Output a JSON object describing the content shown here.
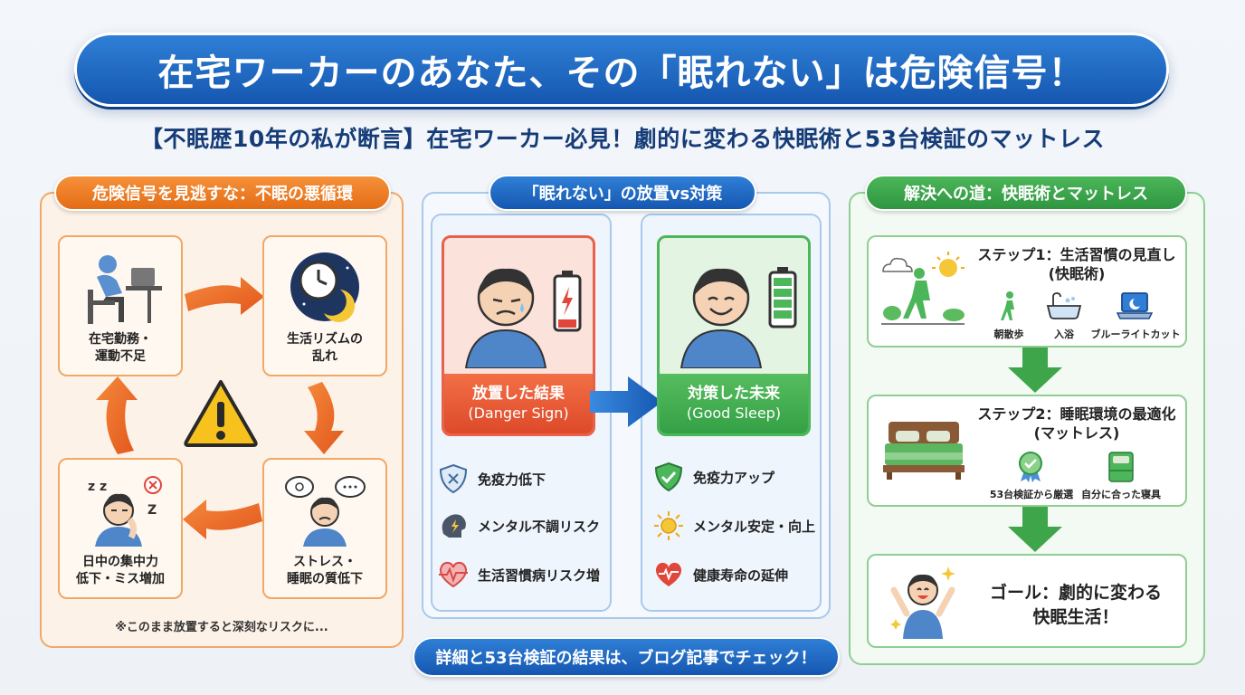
{
  "title": "在宅ワーカーのあなた、その「眠れない」は危険信号！",
  "subtitle": "【不眠歴10年の私が断言】在宅ワーカー必見！劇的に変わる快眠術と53台検証のマットレス",
  "left": {
    "header": "危険信号を見逃すな：不眠の悪循環",
    "boxes": [
      {
        "label": "在宅勤務・\n運動不足",
        "icon": "desk-worker-icon"
      },
      {
        "label": "生活リズムの\n乱れ",
        "icon": "clock-moon-icon"
      },
      {
        "label": "ストレス・\n睡眠の質低下",
        "icon": "stressed-person-icon"
      },
      {
        "label": "日中の集中力\n低下・ミス増加",
        "icon": "sleepy-person-icon"
      }
    ],
    "warning_icon": "warning-icon",
    "note": "※このまま放置すると深刻なリスクに..."
  },
  "middle": {
    "header": "「眠れない」の放置vs対策",
    "bad": {
      "title": "放置した結果",
      "subtitle": "(Danger Sign)",
      "items": [
        "免疫力低下",
        "メンタル不調リスク",
        "生活習慣病リスク増"
      ]
    },
    "good": {
      "title": "対策した未来",
      "subtitle": "(Good Sleep)",
      "items": [
        "免疫力アップ",
        "メンタル安定・向上",
        "健康寿命の延伸"
      ]
    }
  },
  "right": {
    "header": "解決への道：快眠術とマットレス",
    "step1": {
      "title": "ステップ1：生活習慣の見直し\n(快眠術)",
      "items": [
        "朝散歩",
        "入浴",
        "ブルーライトカット"
      ]
    },
    "step2": {
      "title": "ステップ2：睡眠環境の最適化\n(マットレス)",
      "items": [
        "53台検証から厳選",
        "自分に合った寝具"
      ]
    },
    "goal": "ゴール：劇的に変わる\n快眠生活！"
  },
  "cta": "詳細と53台検証の結果は、ブログ記事でチェック！",
  "colors": {
    "primary_blue": "#1557b0",
    "orange": "#e46d16",
    "green": "#2e9640",
    "danger_red": "#dd4a2a"
  }
}
